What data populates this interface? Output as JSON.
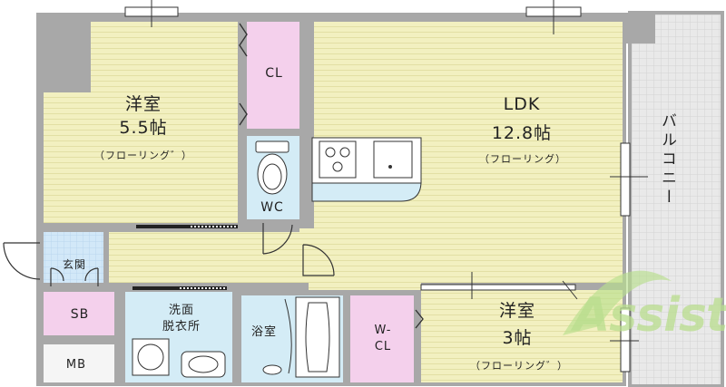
{
  "rooms": {
    "western_1": {
      "name": "洋室",
      "size": "5.5帖",
      "floor": "（フローリング゛）"
    },
    "closet_1": {
      "name": "CL"
    },
    "wc": {
      "name": "WC"
    },
    "ldk": {
      "name": "LDK",
      "size": "12.8帖",
      "floor": "（フローリング）"
    },
    "balcony": {
      "name": "バルコニー"
    },
    "entrance": {
      "name": "玄関"
    },
    "shoe_box": {
      "name": "SB"
    },
    "meter_box": {
      "name": "MB"
    },
    "washroom": {
      "name": "洗面\n脱衣所"
    },
    "bathroom": {
      "name": "浴室"
    },
    "walkin_closet": {
      "name": "W-\nCL"
    },
    "western_2": {
      "name": "洋室",
      "size": "3帖",
      "floor": "（フローリング゛）"
    }
  },
  "watermark": {
    "text": "Assist"
  },
  "colors": {
    "floor_wood": "#f2f0c0",
    "closet": "#f4d0ec",
    "wet_area": "#d4ecf6",
    "balcony": "#e8e8e8",
    "wall": "#a8a8a8",
    "watermark": "#b9de8e"
  }
}
